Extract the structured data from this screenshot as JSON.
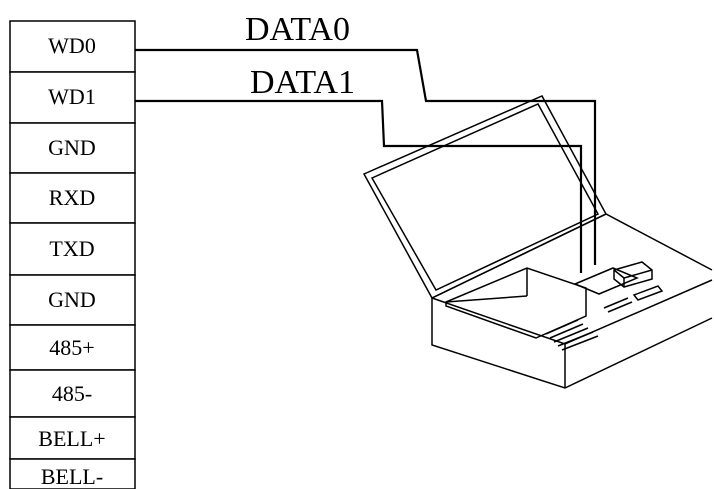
{
  "terminal_block": {
    "pins": [
      "WD0",
      "WD1",
      "GND",
      "RXD",
      "TXD",
      "GND",
      "485+",
      "485-",
      "BELL+",
      "BELL-"
    ]
  },
  "wires": [
    {
      "label": "DATA0",
      "from_pin": "WD0"
    },
    {
      "label": "DATA1",
      "from_pin": "WD1"
    }
  ],
  "device": {
    "icon": "open-reader-box-icon"
  }
}
